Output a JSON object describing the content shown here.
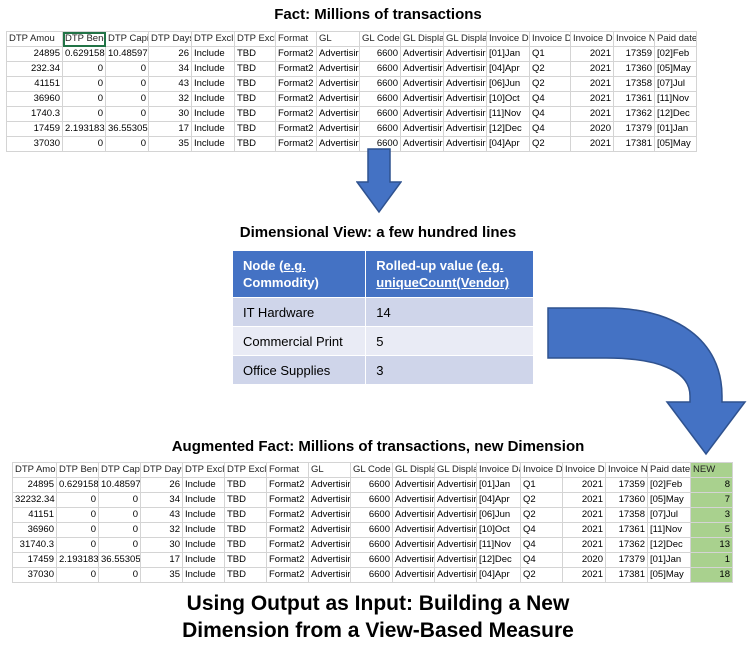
{
  "fact": {
    "title": "Fact: Millions of transactions",
    "headers": [
      "DTP Amou",
      "DTP Bene",
      "DTP Capit",
      "DTP Days",
      "DTP Exclu",
      "DTP Exclu",
      "Format",
      "GL",
      "GL Code",
      "GL Display",
      "GL Display",
      "Invoice Da",
      "Invoice Da",
      "Invoice Da",
      "Invoice Nu",
      "Paid date-"
    ],
    "rows": [
      [
        "24895",
        "0.629158",
        "10.48597",
        "26",
        "Include",
        "TBD",
        "Format2",
        "Advertisir",
        "6600",
        "Advertisir",
        "Advertisir",
        "[01]Jan",
        "Q1",
        "2021",
        "17359",
        "[02]Feb"
      ],
      [
        "232.34",
        "0",
        "0",
        "34",
        "Include",
        "TBD",
        "Format2",
        "Advertisir",
        "6600",
        "Advertisir",
        "Advertisir",
        "[04]Apr",
        "Q2",
        "2021",
        "17360",
        "[05]May"
      ],
      [
        "41151",
        "0",
        "0",
        "43",
        "Include",
        "TBD",
        "Format2",
        "Advertisir",
        "6600",
        "Advertisir",
        "Advertisir",
        "[06]Jun",
        "Q2",
        "2021",
        "17358",
        "[07]Jul"
      ],
      [
        "36960",
        "0",
        "0",
        "32",
        "Include",
        "TBD",
        "Format2",
        "Advertisir",
        "6600",
        "Advertisir",
        "Advertisir",
        "[10]Oct",
        "Q4",
        "2021",
        "17361",
        "[11]Nov"
      ],
      [
        "1740.3",
        "0",
        "0",
        "30",
        "Include",
        "TBD",
        "Format2",
        "Advertisir",
        "6600",
        "Advertisir",
        "Advertisir",
        "[11]Nov",
        "Q4",
        "2021",
        "17362",
        "[12]Dec"
      ],
      [
        "17459",
        "2.193183",
        "36.55305",
        "17",
        "Include",
        "TBD",
        "Format2",
        "Advertisir",
        "6600",
        "Advertisir",
        "Advertisir",
        "[12]Dec",
        "Q4",
        "2020",
        "17379",
        "[01]Jan"
      ],
      [
        "37030",
        "0",
        "0",
        "35",
        "Include",
        "TBD",
        "Format2",
        "Advertisir",
        "6600",
        "Advertisir",
        "Advertisir",
        "[04]Apr",
        "Q2",
        "2021",
        "17381",
        "[05]May"
      ]
    ]
  },
  "dimensional": {
    "title": "Dimensional View: a few hundred lines",
    "header_node_prefix": "Node (",
    "header_node_link": "e.g.",
    "header_node_line2": "Commodity)",
    "header_value_prefix": "Rolled-up value (",
    "header_value_link": "e.g.",
    "header_value_line2": "uniqueCount(Vendor)",
    "rows": [
      {
        "node": "IT Hardware",
        "value": "14"
      },
      {
        "node": "Commercial Print",
        "value": "5"
      },
      {
        "node": "Office Supplies",
        "value": "3"
      }
    ]
  },
  "augmented": {
    "title": "Augmented Fact: Millions of transactions, new Dimension",
    "headers": [
      "DTP Amou",
      "DTP Bene",
      "DTP Capit",
      "DTP Days",
      "DTP Exclu",
      "DTP Exclu",
      "Format",
      "GL",
      "GL Code",
      "GL Display",
      "GL Display",
      "Invoice Da",
      "Invoice Da",
      "Invoice Da",
      "Invoice Nu",
      "Paid date-",
      "NEW"
    ],
    "rows": [
      [
        "24895",
        "0.629158",
        "10.48597",
        "26",
        "Include",
        "TBD",
        "Format2",
        "Advertisir",
        "6600",
        "Advertisir",
        "Advertisir",
        "[01]Jan",
        "Q1",
        "2021",
        "17359",
        "[02]Feb",
        "8"
      ],
      [
        "32232.34",
        "0",
        "0",
        "34",
        "Include",
        "TBD",
        "Format2",
        "Advertisir",
        "6600",
        "Advertisir",
        "Advertisir",
        "[04]Apr",
        "Q2",
        "2021",
        "17360",
        "[05]May",
        "7"
      ],
      [
        "41151",
        "0",
        "0",
        "43",
        "Include",
        "TBD",
        "Format2",
        "Advertisir",
        "6600",
        "Advertisir",
        "Advertisir",
        "[06]Jun",
        "Q2",
        "2021",
        "17358",
        "[07]Jul",
        "3"
      ],
      [
        "36960",
        "0",
        "0",
        "32",
        "Include",
        "TBD",
        "Format2",
        "Advertisir",
        "6600",
        "Advertisir",
        "Advertisir",
        "[10]Oct",
        "Q4",
        "2021",
        "17361",
        "[11]Nov",
        "5"
      ],
      [
        "31740.3",
        "0",
        "0",
        "30",
        "Include",
        "TBD",
        "Format2",
        "Advertisir",
        "6600",
        "Advertisir",
        "Advertisir",
        "[11]Nov",
        "Q4",
        "2021",
        "17362",
        "[12]Dec",
        "13"
      ],
      [
        "17459",
        "2.193183",
        "36.55305",
        "17",
        "Include",
        "TBD",
        "Format2",
        "Advertisir",
        "6600",
        "Advertisir",
        "Advertisir",
        "[12]Dec",
        "Q4",
        "2020",
        "17379",
        "[01]Jan",
        "1"
      ],
      [
        "37030",
        "0",
        "0",
        "35",
        "Include",
        "TBD",
        "Format2",
        "Advertisir",
        "6600",
        "Advertisir",
        "Advertisir",
        "[04]Apr",
        "Q2",
        "2021",
        "17381",
        "[05]May",
        "18"
      ]
    ]
  },
  "bottom": {
    "line1": "Using Output as Input: Building a New",
    "line2": "Dimension from a View-Based Measure"
  },
  "colors": {
    "arrow": "#4472c4",
    "new_column": "#a9d18e",
    "table_header": "#4472c4"
  }
}
